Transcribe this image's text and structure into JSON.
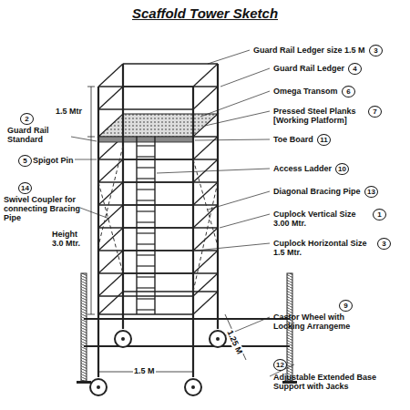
{
  "diagram": {
    "title": "Scaffold Tower Sketch",
    "labels": [
      "Guard Rail Ledger size 1.5 M",
      "3",
      "Guard Rail Ledger",
      "4",
      "Omega Transom",
      "6",
      "2",
      "Guard Rail Standard",
      "1.5 Mtr",
      "Pressed Steel Planks [Working Platform]",
      "7",
      "5",
      "Spigot Pin",
      "Toe Board",
      "11",
      "14",
      "Swivel Coupler for connecting Bracing Pipe",
      "Access Ladder",
      "10",
      "Diagonal Bracing Pipe",
      "13",
      "Height 3.0 Mtr.",
      "Cuplock Vertical Size 3.00 Mtr.",
      "1",
      "Cuplock Horizontal Size 1.5 Mtr.",
      "3",
      "1.25 M",
      "Castor Wheel with Locking Arrangeme",
      "9",
      "1.5 M",
      "12",
      "Adjustable Extended Base Support with Jacks"
    ]
  }
}
